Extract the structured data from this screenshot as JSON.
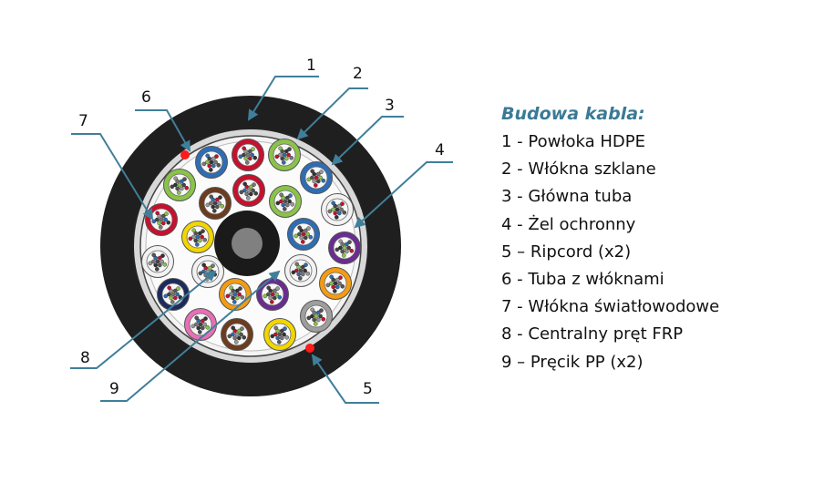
{
  "callout_numbers": [
    "1",
    "2",
    "3",
    "4",
    "5",
    "6",
    "7",
    "8",
    "9"
  ],
  "legend": {
    "title": "Budowa kabla:",
    "items": [
      "1 - Powłoka HDPE",
      "2 - Włókna szklane",
      "3 - Główna tuba",
      "4 - Żel ochronny",
      "5 – Ripcord (x2)",
      "6 - Tuba z włóknami",
      "7 - Włókna światłowodowe",
      "8 - Centralny pręt FRP",
      "9 – Pręcik PP (x2)"
    ]
  },
  "colors": {
    "jacket": "#1f1f1f",
    "leader": "#3f7f9a",
    "ripcord": "#ff1a1a",
    "legend_title": "#3a7a96",
    "central_rod": "#808080",
    "tubes": {
      "red": "#c8102e",
      "green": "#8bc34a",
      "blue": "#2e6db4",
      "white": "#f2f2f2",
      "violet": "#6a2c91",
      "orange": "#f39c12",
      "grey": "#9e9e9e",
      "brown": "#6d3b1e",
      "yellow": "#f2d600",
      "pink": "#e86fb5",
      "navy": "#1c2a5e"
    }
  }
}
